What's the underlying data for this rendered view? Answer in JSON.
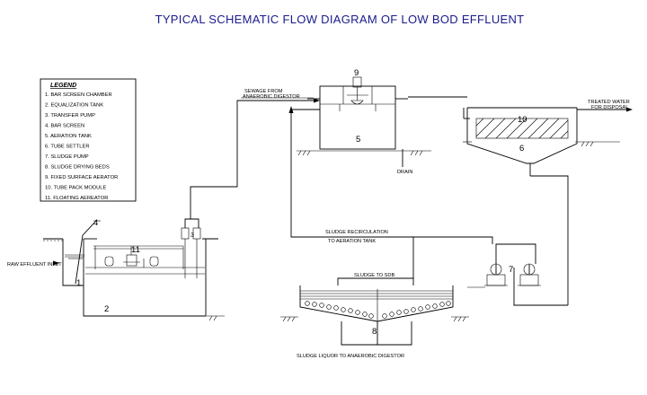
{
  "title": "TYPICAL SCHEMATIC FLOW DIAGRAM OF LOW  BOD EFFLUENT",
  "legend": {
    "heading": "LEGEND",
    "items": [
      "1.  BAR SCREEN CHAMBER",
      "2.  EQUALIZATION TANK",
      "3.  TRANSFER PUMP",
      "4.  BAR SCREEN",
      "5.  AERATION TANK",
      "6.  TUBE SETTLER",
      "7.  SLUDGE PUMP",
      "8.  SLUDGE DRYING BEDS",
      "9.  FIXED SURFACE AERATOR",
      "10.  TUBE PACK MODULE",
      "11.  FLOATING AEREATOR"
    ]
  },
  "labels": {
    "sewage_1": "SEWAGE FROM",
    "sewage_2": "ANAEROBIC DIGESTOR",
    "treated_1": "TREATED WATER",
    "treated_2": "FOR DISPOSAL",
    "drain": "DRAIN",
    "recirc_1": "SLUDGE RECIRCULATION",
    "recirc_2": "TO AERATION TANK",
    "sludge_sdb": "SLUDGE TO SDB",
    "liquor": "SLUDGE LIQUOR TO ANAEROBIC DIGESTOR",
    "inlet": "RAW EFFLUENT INLET"
  },
  "numbers": {
    "n1": "1",
    "n2": "2",
    "n3": "3",
    "n4": "4",
    "n5": "5",
    "n6": "6",
    "n7": "7",
    "n8": "8",
    "n9": "9",
    "n10": "10",
    "n11": "11"
  }
}
